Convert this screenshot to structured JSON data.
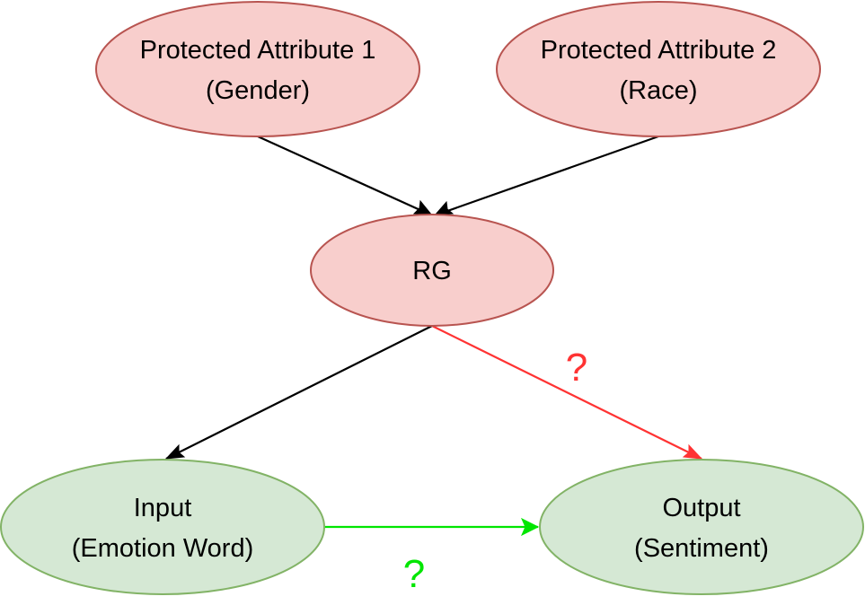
{
  "colors": {
    "red_node_fill": "#f8cecc",
    "red_node_stroke": "#b85450",
    "green_node_fill": "#d5e8d4",
    "green_node_stroke": "#82b366",
    "edge_default": "#000000",
    "edge_red": "#ff3333",
    "edge_green": "#00e600"
  },
  "nodes": {
    "protected_attribute_1": {
      "line1": "Protected Attribute 1",
      "line2": "(Gender)"
    },
    "protected_attribute_2": {
      "line1": "Protected Attribute 2",
      "line2": "(Race)"
    },
    "rg": {
      "line1": "RG"
    },
    "input": {
      "line1": "Input",
      "line2": "(Emotion Word)"
    },
    "output": {
      "line1": "Output",
      "line2": "(Sentiment)"
    }
  },
  "edges": [
    {
      "from": "protected_attribute_1",
      "to": "rg",
      "color": "edge_default"
    },
    {
      "from": "protected_attribute_2",
      "to": "rg",
      "color": "edge_default"
    },
    {
      "from": "rg",
      "to": "input",
      "color": "edge_default"
    },
    {
      "from": "rg",
      "to": "output",
      "color": "edge_red",
      "label": "?"
    },
    {
      "from": "input",
      "to": "output",
      "color": "edge_green",
      "label": "?"
    }
  ]
}
